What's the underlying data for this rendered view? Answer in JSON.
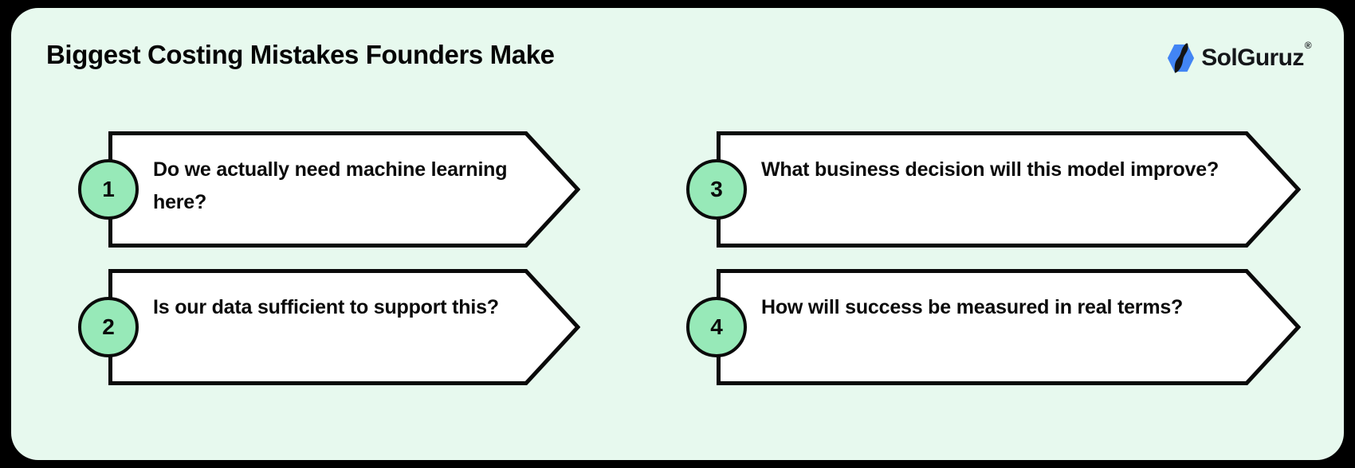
{
  "header": {
    "title": "Biggest Costing Mistakes Founders Make",
    "brand": {
      "name": "SolGuruz",
      "trademark": "®",
      "logo_icon": "solguruz-hexagon-swoosh-icon",
      "logo_blue": "#4285F4",
      "logo_dark": "#15171A"
    }
  },
  "theme": {
    "page_background": "#000000",
    "card_background": "#E7F9EE",
    "badge_fill": "#97E9B8",
    "outline": "#0A0A0A",
    "chip_fill": "#FFFFFF",
    "text": "#0A0A0A"
  },
  "items": [
    {
      "number": "1",
      "text": "Do we actually need machine learning here?"
    },
    {
      "number": "2",
      "text": "Is our data sufficient to support this?"
    },
    {
      "number": "3",
      "text": "What business decision will this model improve?"
    },
    {
      "number": "4",
      "text": "How will success be measured in real terms?"
    }
  ]
}
